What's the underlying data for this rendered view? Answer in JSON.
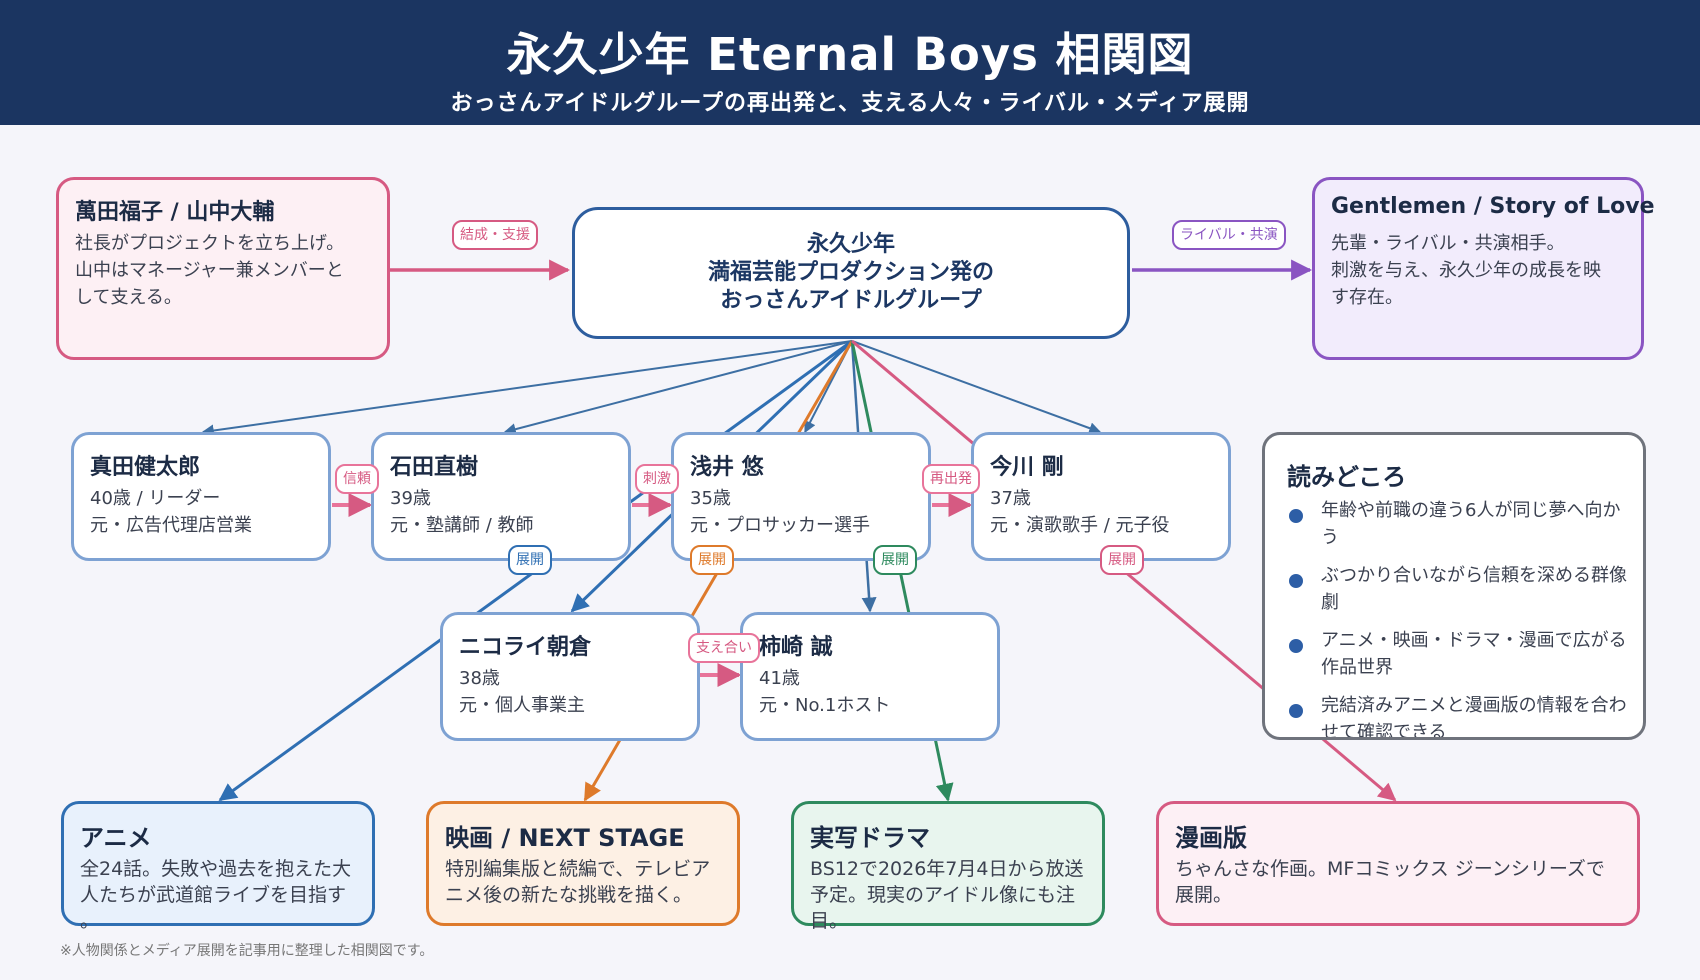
{
  "header": {
    "title": "永久少年 Eternal Boys 相関図",
    "subtitle": "おっさんアイドルグループの再出発と、支える人々・ライバル・メディア展開"
  },
  "center": {
    "text": "永久少年\n満福芸能プロダクション発の\nおっさんアイドルグループ"
  },
  "support": {
    "title": "萬田福子 / 山中大輔",
    "desc": "社長がプロジェクトを立ち上げ。\n山中はマネージャー兼メンバーと\nして支える。"
  },
  "rival": {
    "title": "Gentlemen / Story of Love",
    "desc": "先輩・ライバル・共演相手。\n刺激を与え、永久少年の成長を映\nす存在。"
  },
  "members": [
    {
      "name": "真田健太郎",
      "age": "40歳 / リーダー",
      "job": "元・広告代理店営業"
    },
    {
      "name": "石田直樹",
      "age": "39歳",
      "job": "元・塾講師 / 教師"
    },
    {
      "name": "浅井 悠",
      "age": "35歳",
      "job": "元・プロサッカー選手"
    },
    {
      "name": "今川 剛",
      "age": "37歳",
      "job": "元・演歌歌手 / 元子役"
    },
    {
      "name": "ニコライ朝倉",
      "age": "38歳",
      "job": "元・個人事業主"
    },
    {
      "name": "柿崎 誠",
      "age": "41歳",
      "job": "元・No.1ホスト"
    }
  ],
  "media": [
    {
      "title": "アニメ",
      "desc": "全24話。失敗や過去を抱えた大\n人たちが武道館ライブを目指す\n。"
    },
    {
      "title": "映画 / NEXT STAGE",
      "desc": "特別編集版と続編で、テレビア\nニメ後の新たな挑戦を描く。"
    },
    {
      "title": "実写ドラマ",
      "desc": "BS12で2026年7月4日から放送\n予定。現実のアイドル像にも注\n目。"
    },
    {
      "title": "漫画版",
      "desc": "ちゃんさな作画。MFコミックス ジーンシリーズで\n展開。"
    }
  ],
  "reading": {
    "title": "読みどころ",
    "items": [
      "年齢や前職の違う6人が同じ夢へ向かう",
      "ぶつかり合いながら信頼を深める群像劇",
      "アニメ・映画・ドラマ・漫画で広がる作品世界",
      "完結済みアニメと漫画版の情報を合わせて確認できる"
    ]
  },
  "labels": {
    "formation": "結成・支援",
    "rival": "ライバル・共演",
    "trust": "信頼",
    "stimulus": "刺激",
    "restart": "再出発",
    "support": "支え合い",
    "expand1": "展開",
    "expand2": "展開",
    "expand3": "展開",
    "expand4": "展開"
  },
  "footnote": "※人物関係とメディア展開を記事用に整理した相関図です。",
  "colors": {
    "header": "#1b3561",
    "pink": "#d65a82",
    "purple": "#8a55c2",
    "blue": "#2f6fb3",
    "orange": "#de7a2b",
    "green": "#2e8a5e",
    "member_border": "#7ea2d3"
  }
}
